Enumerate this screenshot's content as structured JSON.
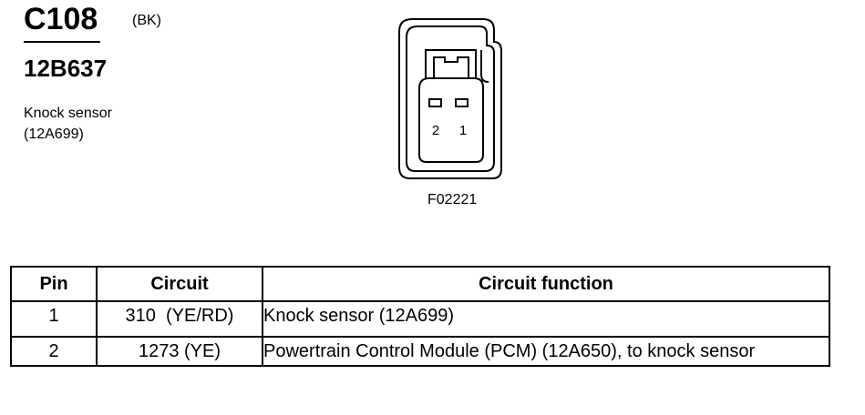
{
  "header": {
    "connector_id": "C108",
    "color_code": "(BK)",
    "part_number": "12B637",
    "description_line1": "Knock sensor",
    "description_line2": "(12A699)"
  },
  "diagram": {
    "pin_labels": [
      "2",
      "1"
    ],
    "figure_code": "F02221"
  },
  "table": {
    "headers": [
      "Pin",
      "Circuit",
      "Circuit function"
    ],
    "rows": [
      {
        "pin": "1",
        "circuit": "310  (YE/RD)",
        "function": "Knock sensor (12A699)"
      },
      {
        "pin": "2",
        "circuit": "1273 (YE)",
        "function": "Powertrain Control Module (PCM) (12A650), to knock sensor"
      }
    ]
  }
}
